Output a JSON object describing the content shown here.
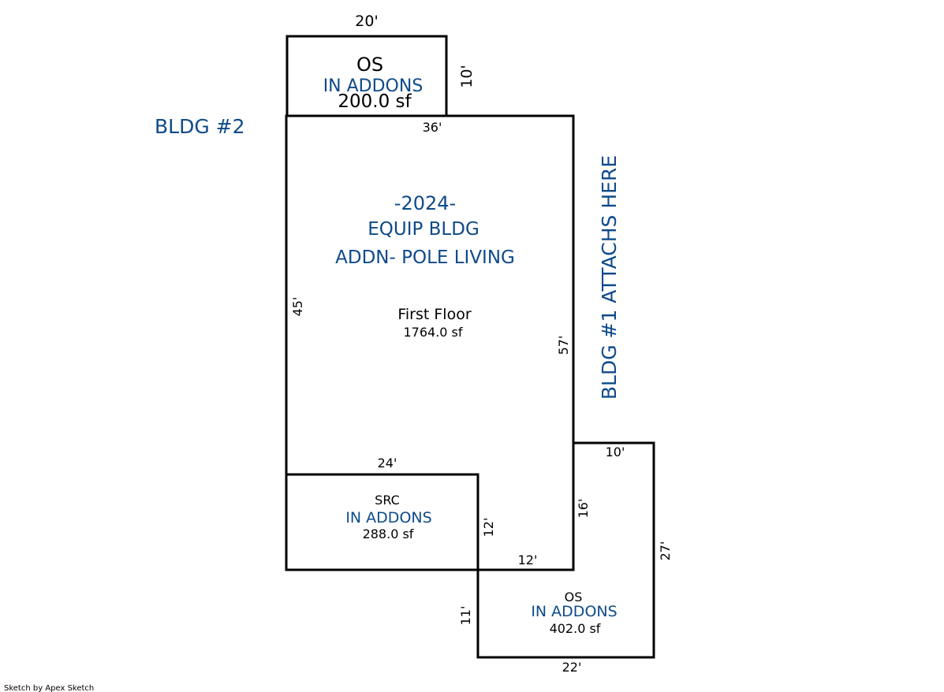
{
  "colors": {
    "outline": "#000000",
    "label_blue": "#0e4a8a",
    "background": "#ffffff"
  },
  "areas": {
    "os_top": {
      "name": "OS",
      "note": "IN ADDONS",
      "area": "200.0 sf",
      "dims": {
        "top": "20'",
        "right": "10'"
      }
    },
    "main": {
      "year": "-2024-",
      "line1": "EQUIP BLDG",
      "line2": "ADDN- POLE LIVING",
      "name": "First Floor",
      "area": "1764.0 sf",
      "dims": {
        "top": "36'",
        "left": "45'",
        "right": "57'",
        "bottom": "12'"
      }
    },
    "src": {
      "name": "SRC",
      "note": "IN ADDONS",
      "area": "288.0 sf",
      "dims": {
        "top": "24'",
        "right": "12'"
      }
    },
    "os_bottom": {
      "name": "OS",
      "note": "IN ADDONS",
      "area": "402.0 sf",
      "dims": {
        "top": "10'",
        "inner_left": "16'",
        "right": "27'",
        "left": "11'",
        "bottom": "22'"
      }
    }
  },
  "notes": {
    "bldg2": "BLDG #2",
    "bldg1": "BLDG #1 ATTACHS HERE"
  },
  "footer": "Sketch by Apex Sketch"
}
